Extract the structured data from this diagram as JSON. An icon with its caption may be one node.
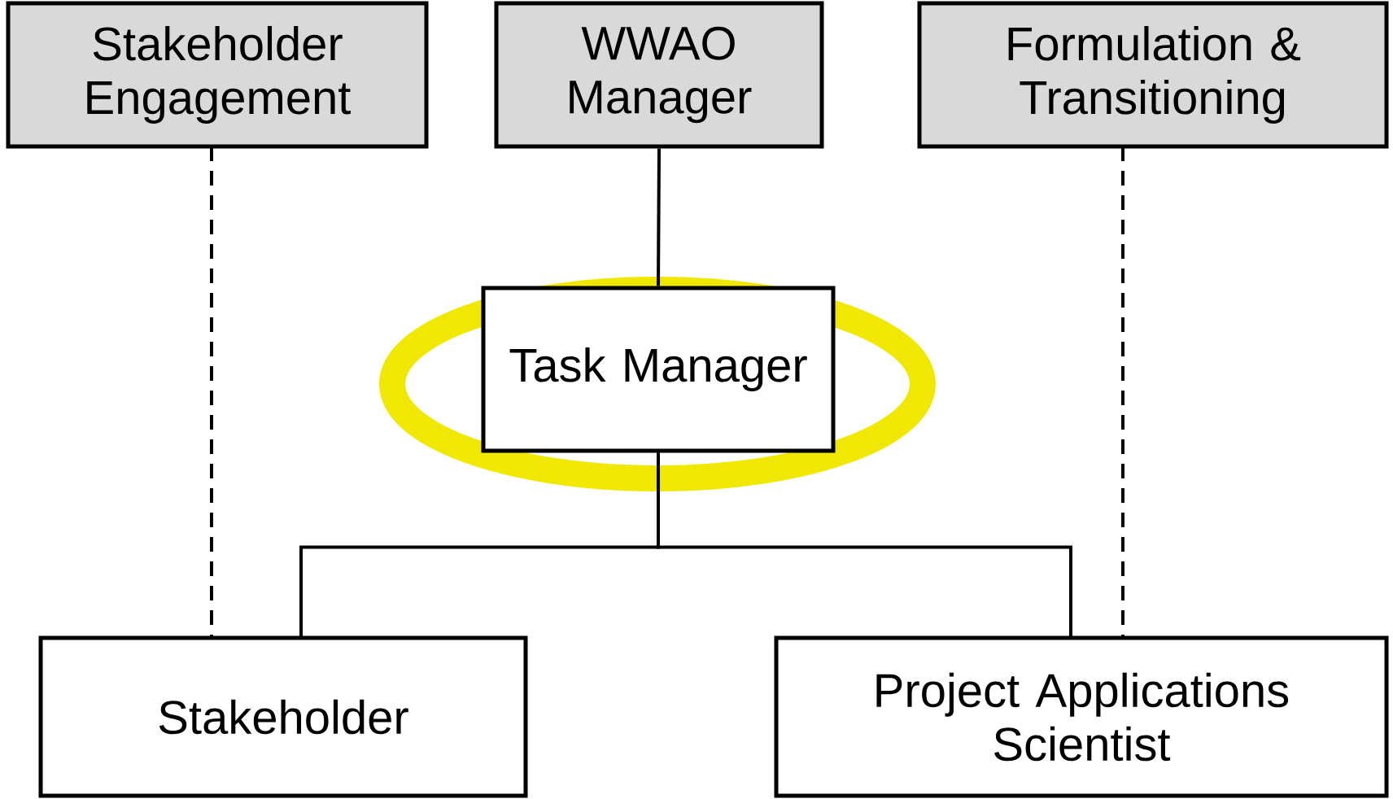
{
  "diagram": {
    "nodes": [
      {
        "text": [
          "Stakeholder Engagement"
        ]
      },
      {
        "text": [
          "WWAO Manager"
        ]
      },
      {
        "text": [
          "Formulation & Transitioning"
        ]
      },
      {
        "text": [
          "Task Manager"
        ]
      },
      {
        "text": [
          "Stakeholder"
        ]
      },
      {
        "text": [
          "Project Applications Scientist"
        ]
      }
    ],
    "edges": [
      {
        "from": 1,
        "to": 3,
        "arrow": "none"
      },
      {
        "from": 3,
        "to": 4,
        "arrow": "none"
      },
      {
        "from": 3,
        "to": 5,
        "arrow": "none"
      },
      {
        "from": 0,
        "to": 4,
        "arrow": "none",
        "style": "dashed"
      },
      {
        "from": 2,
        "to": 5,
        "arrow": "none",
        "style": "dashed"
      }
    ]
  }
}
